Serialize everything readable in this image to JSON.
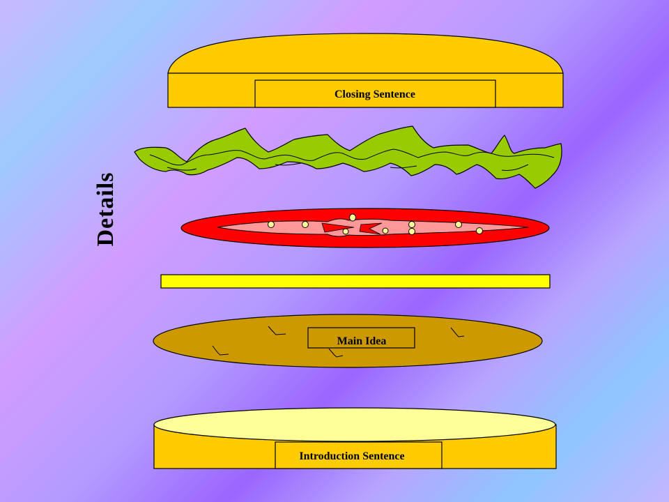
{
  "slide": {
    "side_label": "Details",
    "top_bun": {
      "label": "Closing Sentence"
    },
    "patty": {
      "label": "Main Idea"
    },
    "bottom_bun": {
      "label": "Introduction Sentence"
    }
  },
  "colors": {
    "bun": "#ffcc00",
    "bun_top_face": "#ffff99",
    "lettuce": "#99cc00",
    "tomato": "#ff0000",
    "tomato_inner": "#ff9999",
    "seed": "#ffff99",
    "cheese": "#ffff00",
    "patty": "#cc9900"
  }
}
